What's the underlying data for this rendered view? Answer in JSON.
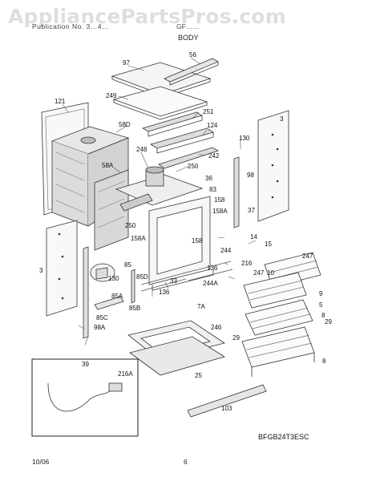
{
  "watermark": "AppliancePartsPros.com",
  "header": {
    "publication": "Publication No. 3…4…",
    "model": "GF……",
    "section": "BODY"
  },
  "model_code": "BFGB24T3ESC",
  "footer": {
    "date": "10/06",
    "page": "6"
  },
  "callouts": [
    {
      "key": "c97",
      "label": "97"
    },
    {
      "key": "c56",
      "label": "56"
    },
    {
      "key": "c249",
      "label": "249"
    },
    {
      "key": "c121",
      "label": "121"
    },
    {
      "key": "c251",
      "label": "251"
    },
    {
      "key": "c58D",
      "label": "58D"
    },
    {
      "key": "c124",
      "label": "124"
    },
    {
      "key": "c3r",
      "label": "3"
    },
    {
      "key": "c130t",
      "label": "130"
    },
    {
      "key": "c242",
      "label": "242"
    },
    {
      "key": "c248",
      "label": "248"
    },
    {
      "key": "c58A",
      "label": "58A"
    },
    {
      "key": "c250t",
      "label": "250"
    },
    {
      "key": "c98r",
      "label": "98"
    },
    {
      "key": "c36",
      "label": "36"
    },
    {
      "key": "c83",
      "label": "83"
    },
    {
      "key": "c158a",
      "label": "158"
    },
    {
      "key": "c158A1",
      "label": "158A"
    },
    {
      "key": "c37",
      "label": "37"
    },
    {
      "key": "c250b",
      "label": "250"
    },
    {
      "key": "c158A2",
      "label": "158A"
    },
    {
      "key": "c158b",
      "label": "158"
    },
    {
      "key": "c14",
      "label": "14"
    },
    {
      "key": "c15",
      "label": "15"
    },
    {
      "key": "c3l",
      "label": "3"
    },
    {
      "key": "c244",
      "label": "244"
    },
    {
      "key": "c247t",
      "label": "247"
    },
    {
      "key": "c85",
      "label": "85"
    },
    {
      "key": "c130b",
      "label": "130"
    },
    {
      "key": "c85D",
      "label": "85D"
    },
    {
      "key": "c136a",
      "label": "136"
    },
    {
      "key": "c216",
      "label": "216"
    },
    {
      "key": "c247b",
      "label": "247"
    },
    {
      "key": "c10",
      "label": "10"
    },
    {
      "key": "c33",
      "label": "33"
    },
    {
      "key": "c244A",
      "label": "244A"
    },
    {
      "key": "c136b",
      "label": "136"
    },
    {
      "key": "c85A",
      "label": "85A"
    },
    {
      "key": "c85B",
      "label": "85B"
    },
    {
      "key": "c9",
      "label": "9"
    },
    {
      "key": "c5",
      "label": "5"
    },
    {
      "key": "c7A",
      "label": "7A"
    },
    {
      "key": "c85C",
      "label": "85C"
    },
    {
      "key": "c98l",
      "label": "98A"
    },
    {
      "key": "c8a",
      "label": "8"
    },
    {
      "key": "c29a",
      "label": "29"
    },
    {
      "key": "c246",
      "label": "246"
    },
    {
      "key": "c29b",
      "label": "29"
    },
    {
      "key": "c39",
      "label": "39"
    },
    {
      "key": "c8b",
      "label": "8"
    },
    {
      "key": "c216A",
      "label": "216A"
    },
    {
      "key": "c25",
      "label": "25"
    },
    {
      "key": "c103",
      "label": "103"
    }
  ]
}
